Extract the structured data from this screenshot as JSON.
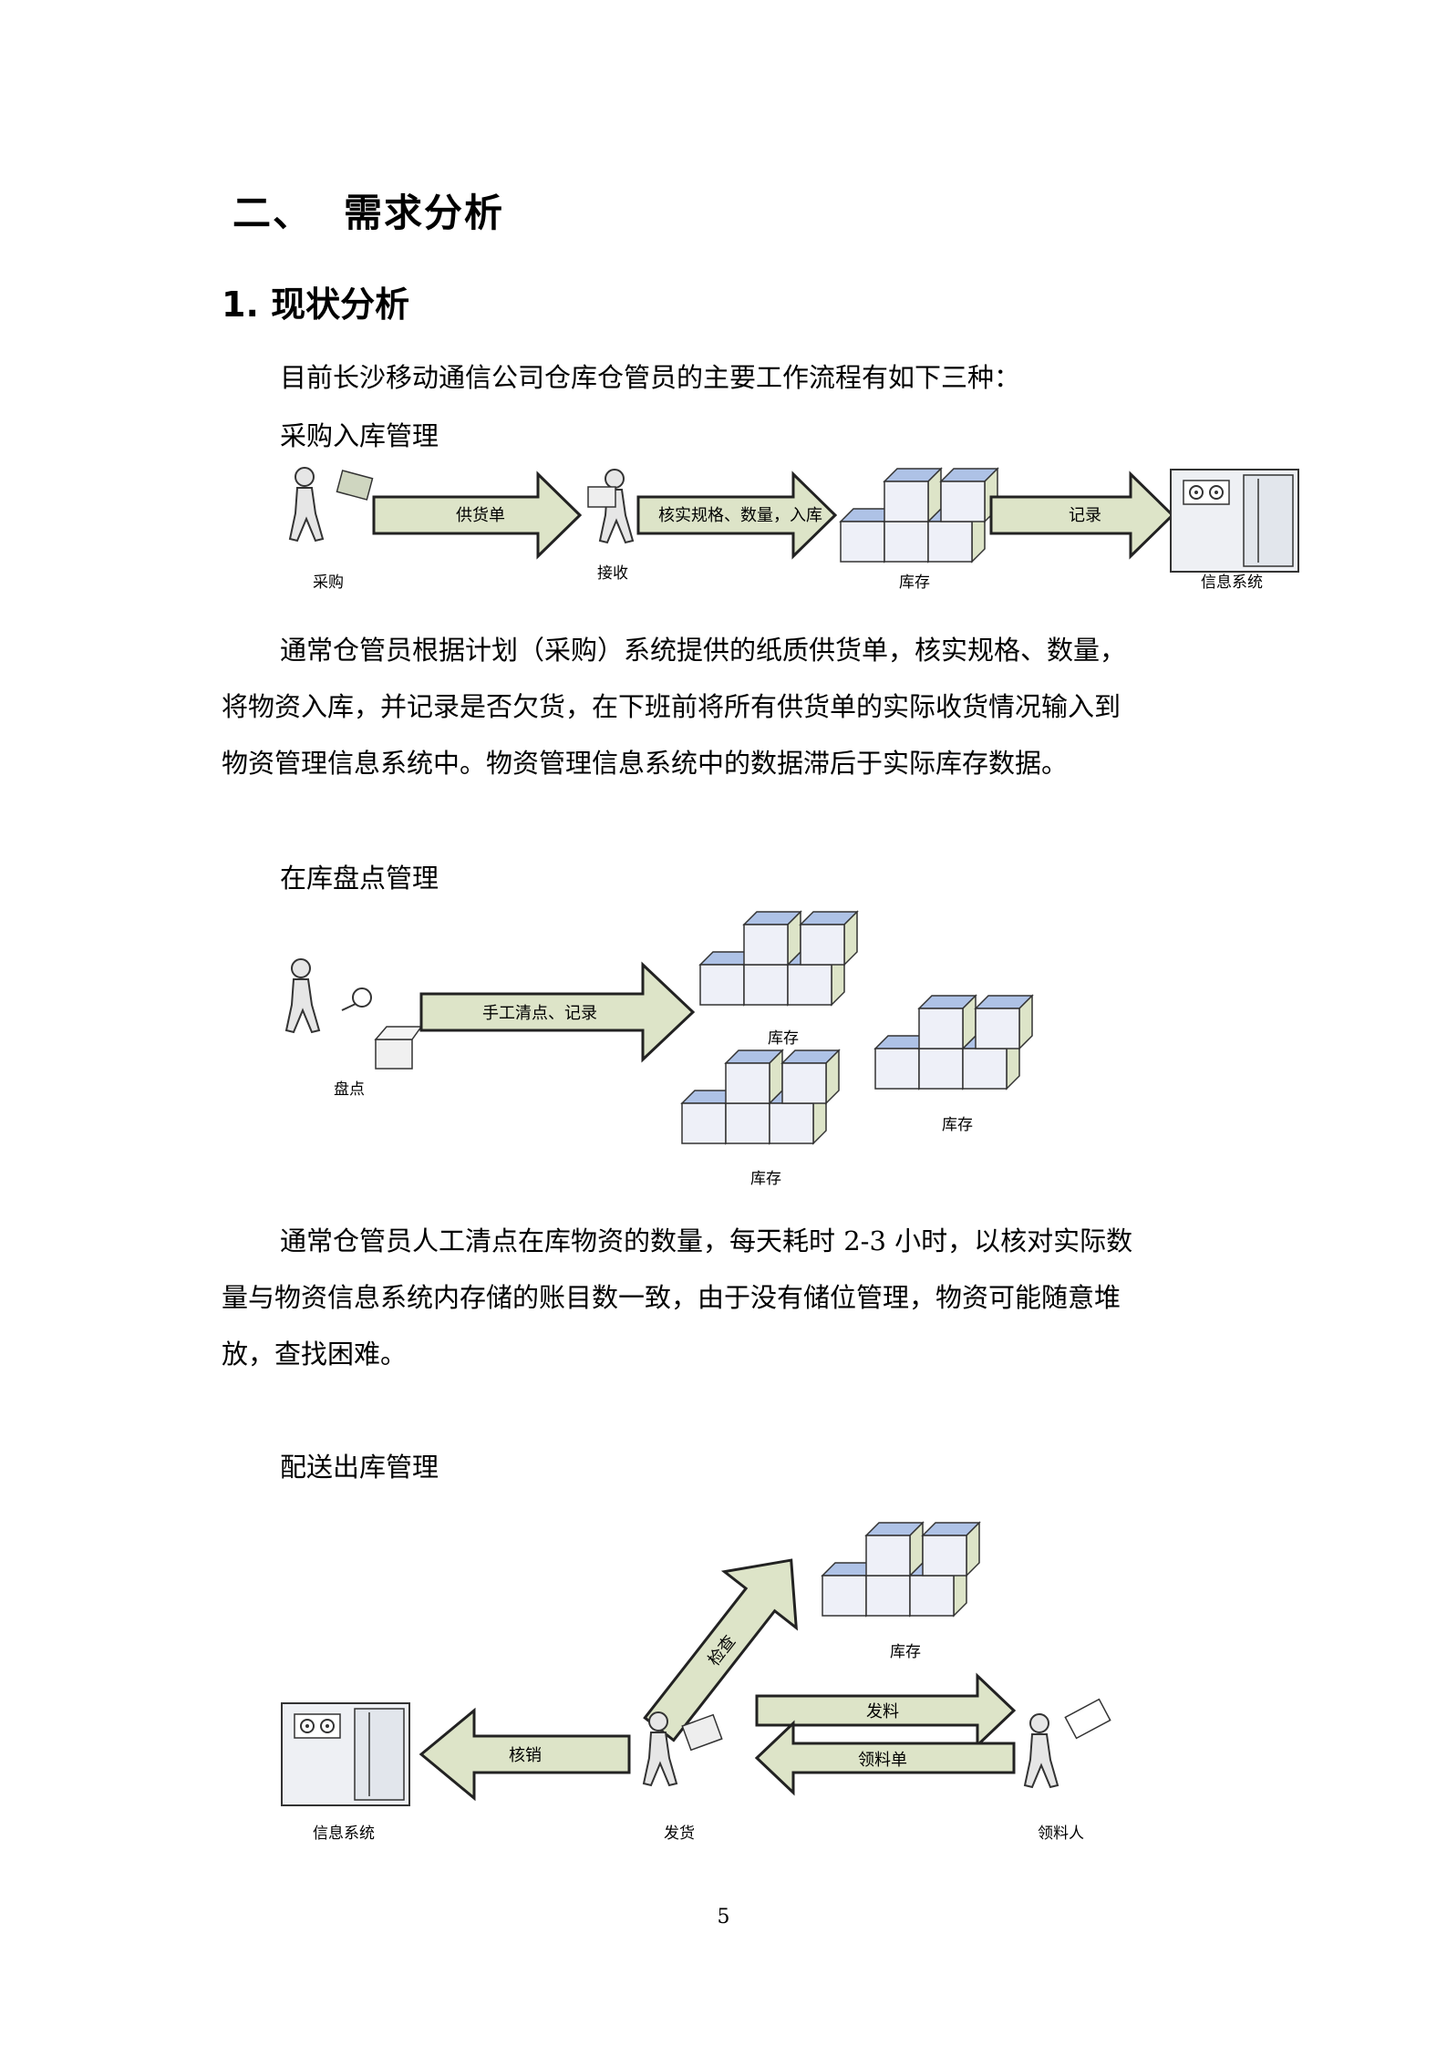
{
  "heading": {
    "number": "二、",
    "title": "需求分析"
  },
  "section": {
    "title": "1. 现状分析"
  },
  "intro": "目前长沙移动通信公司仓库仓管员的主要工作流程有如下三种：",
  "flow1": {
    "title": "采购入库管理",
    "arrow1": "供货单",
    "arrow2": "核实规格、数量，入库",
    "arrow3": "记录",
    "labels": {
      "purchase": "采购",
      "receive": "接收",
      "stock": "库存",
      "info_system": "信息系统"
    }
  },
  "para1": [
    "通常仓管员根据计划（采购）系统提供的纸质供货单，核实规格、数量，",
    "将物资入库，并记录是否欠货，在下班前将所有供货单的实际收货情况输入到",
    "物资管理信息系统中。物资管理信息系统中的数据滞后于实际库存数据。"
  ],
  "flow2": {
    "title": "在库盘点管理",
    "arrow": "手工清点、记录",
    "labels": {
      "count": "盘点",
      "stock1": "库存",
      "stock2": "库存",
      "stock3": "库存"
    }
  },
  "para2": [
    "通常仓管员人工清点在库物资的数量，每天耗时 2-3 小时，以核对实际数",
    "量与物资信息系统内存储的账目数一致，由于没有储位管理，物资可能随意堆",
    "放，查找困难。"
  ],
  "flow3": {
    "title": "配送出库管理",
    "arrow_check": "检查",
    "arrow_writeoff": "核销",
    "arrow_issue": "发料",
    "arrow_requisition": "领料单",
    "labels": {
      "stock": "库存",
      "info_system": "信息系统",
      "ship": "发货",
      "requester": "领料人"
    }
  },
  "page_number": "5"
}
